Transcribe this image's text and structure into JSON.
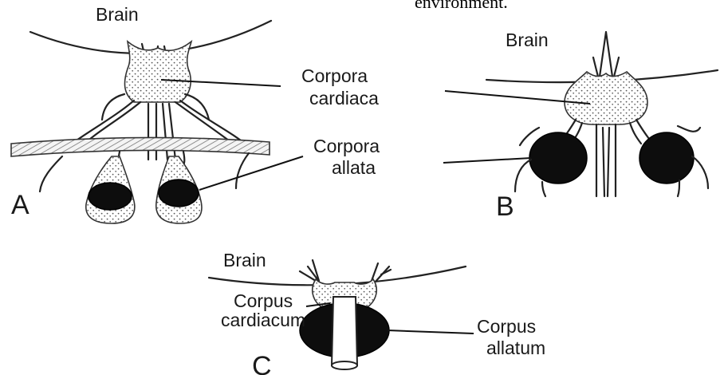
{
  "top_text": "environment.",
  "panels": {
    "A": {
      "letter": "A",
      "brain_label": "Brain",
      "corpora_cardiaca_label": [
        "Corpora",
        "cardiaca"
      ],
      "corpora_allata_label": [
        "Corpora",
        "allata"
      ]
    },
    "B": {
      "letter": "B",
      "brain_label": "Brain"
    },
    "C": {
      "letter": "C",
      "brain_label": "Brain",
      "corpus_cardiacum_label": [
        "Corpus",
        "cardiacum"
      ],
      "corpus_allatum_label": [
        "Corpus",
        "allatum"
      ]
    }
  }
}
